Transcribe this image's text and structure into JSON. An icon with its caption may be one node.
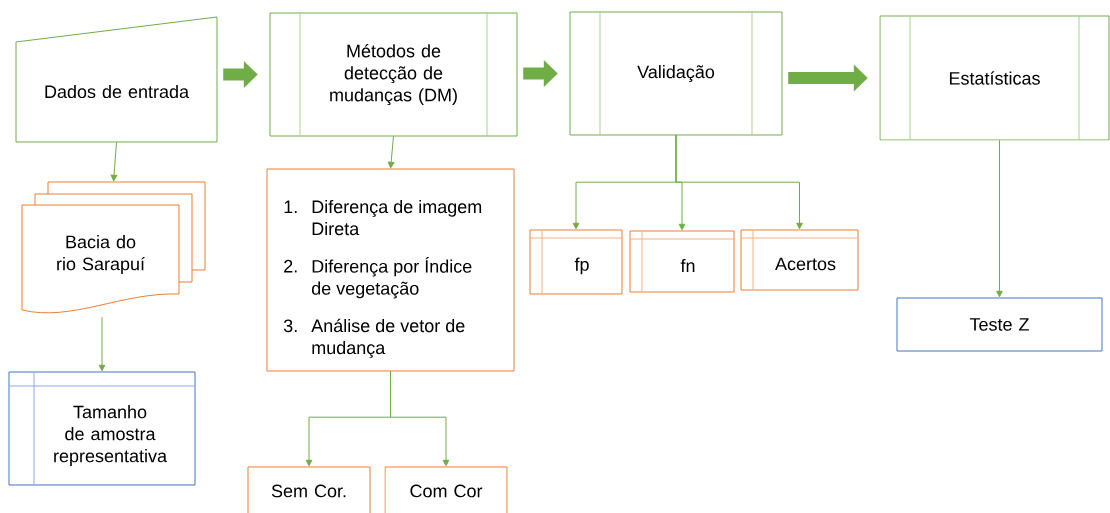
{
  "diagram": {
    "nodes": [
      {
        "text": [
          "Dados de entrada"
        ]
      },
      {
        "text": [
          "Métodos de detecção de mudanças (DM)"
        ]
      },
      {
        "text": [
          "Validação"
        ]
      },
      {
        "text": [
          "Estatísticas"
        ]
      },
      {
        "text": [
          "Bacia do rio Sarapuí"
        ]
      },
      {
        "text": [
          "Tamanho de amostra representativa"
        ]
      },
      {
        "text": [
          "1.",
          "Diferença de imagem Direta",
          "2.",
          "Diferença por Índice de vegetação",
          "3.",
          "Análise de vetor de mudança"
        ]
      },
      {
        "text": [
          "Sem Cor."
        ]
      },
      {
        "text": [
          "Com Cor"
        ]
      },
      {
        "text": [
          "fp"
        ]
      },
      {
        "text": [
          "fn"
        ]
      },
      {
        "text": [
          "Acertos"
        ]
      },
      {
        "text": [
          "Teste Z"
        ]
      }
    ],
    "edges": [
      {
        "from": 0,
        "to": 1,
        "arrow": "to",
        "style": "thick"
      },
      {
        "from": 1,
        "to": 2,
        "arrow": "to",
        "style": "thick"
      },
      {
        "from": 2,
        "to": 3,
        "arrow": "to",
        "style": "thick"
      },
      {
        "from": 0,
        "to": 4,
        "arrow": "to"
      },
      {
        "from": 4,
        "to": 5,
        "arrow": "to"
      },
      {
        "from": 1,
        "to": 6,
        "arrow": "to"
      },
      {
        "from": 6,
        "to": 7,
        "arrow": "to"
      },
      {
        "from": 6,
        "to": 8,
        "arrow": "to"
      },
      {
        "from": 2,
        "to": 9,
        "arrow": "to"
      },
      {
        "from": 2,
        "to": 10,
        "arrow": "to"
      },
      {
        "from": 2,
        "to": 11,
        "arrow": "to"
      },
      {
        "from": 3,
        "to": 12,
        "arrow": "to"
      }
    ]
  }
}
